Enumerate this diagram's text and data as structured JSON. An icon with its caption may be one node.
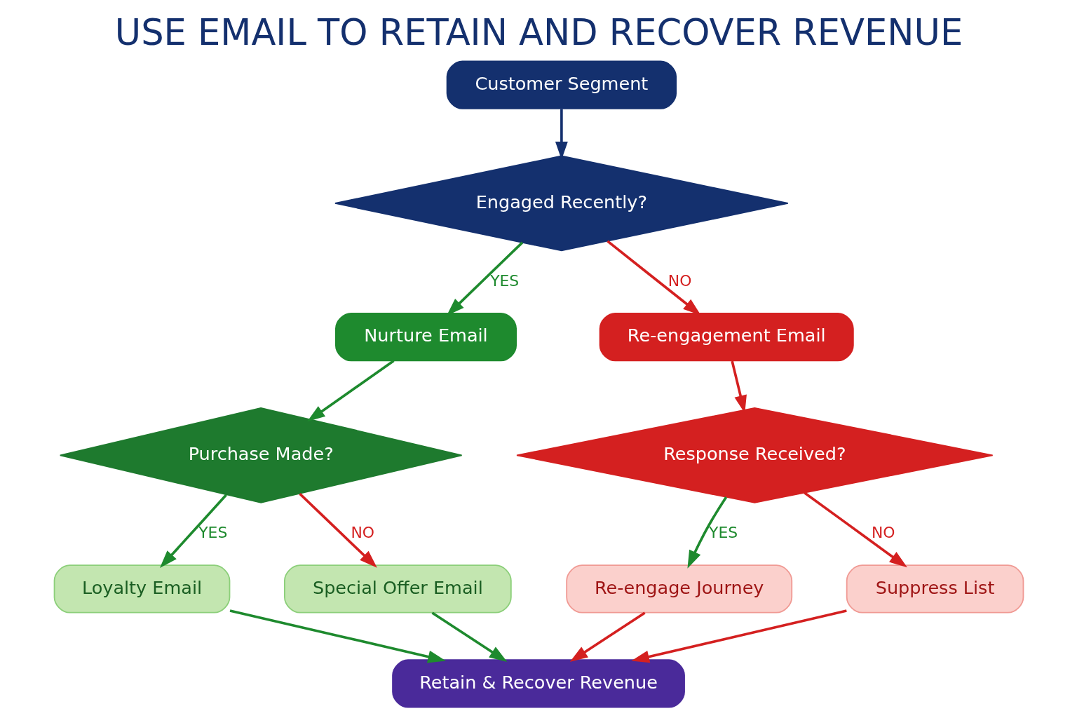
{
  "diagram": {
    "title": "USE EMAIL TO RETAIN AND RECOVER REVENUE",
    "nodes": [
      {
        "text": [
          "Customer Segment"
        ]
      },
      {
        "text": [
          "Engaged Recently?"
        ]
      },
      {
        "text": [
          "Nurture Email"
        ]
      },
      {
        "text": [
          "Re-engagement Email"
        ]
      },
      {
        "text": [
          "Purchase Made?"
        ]
      },
      {
        "text": [
          "Response Received?"
        ]
      },
      {
        "text": [
          "Loyalty Email"
        ]
      },
      {
        "text": [
          "Special Offer Email"
        ]
      },
      {
        "text": [
          "Re-engage Journey"
        ]
      },
      {
        "text": [
          "Suppress List"
        ]
      },
      {
        "text": [
          "Retain & Recover Revenue"
        ]
      }
    ],
    "edges": [
      {
        "from": 0,
        "to": 1,
        "arrow": "to",
        "color": "#14306e"
      },
      {
        "from": 1,
        "to": 2,
        "arrow": "to",
        "label": "YES",
        "color": "#1e8a2e"
      },
      {
        "from": 1,
        "to": 3,
        "arrow": "to",
        "label": "NO",
        "color": "#d42020"
      },
      {
        "from": 2,
        "to": 4,
        "arrow": "to",
        "color": "#1e8a2e"
      },
      {
        "from": 3,
        "to": 5,
        "arrow": "to",
        "color": "#d42020"
      },
      {
        "from": 4,
        "to": 6,
        "arrow": "to",
        "label": "YES",
        "color": "#1e8a2e"
      },
      {
        "from": 4,
        "to": 7,
        "arrow": "to",
        "label": "NO",
        "color": "#d42020"
      },
      {
        "from": 5,
        "to": 8,
        "arrow": "to",
        "label": "YES",
        "color": "#1e8a2e"
      },
      {
        "from": 5,
        "to": 9,
        "arrow": "to",
        "label": "NO",
        "color": "#d42020"
      },
      {
        "from": 6,
        "to": 10,
        "arrow": "to",
        "color": "#1e8a2e"
      },
      {
        "from": 7,
        "to": 10,
        "arrow": "to",
        "color": "#1e8a2e"
      },
      {
        "from": 8,
        "to": 10,
        "arrow": "to",
        "color": "#d42020"
      },
      {
        "from": 9,
        "to": 10,
        "arrow": "to",
        "color": "#d42020"
      }
    ]
  }
}
